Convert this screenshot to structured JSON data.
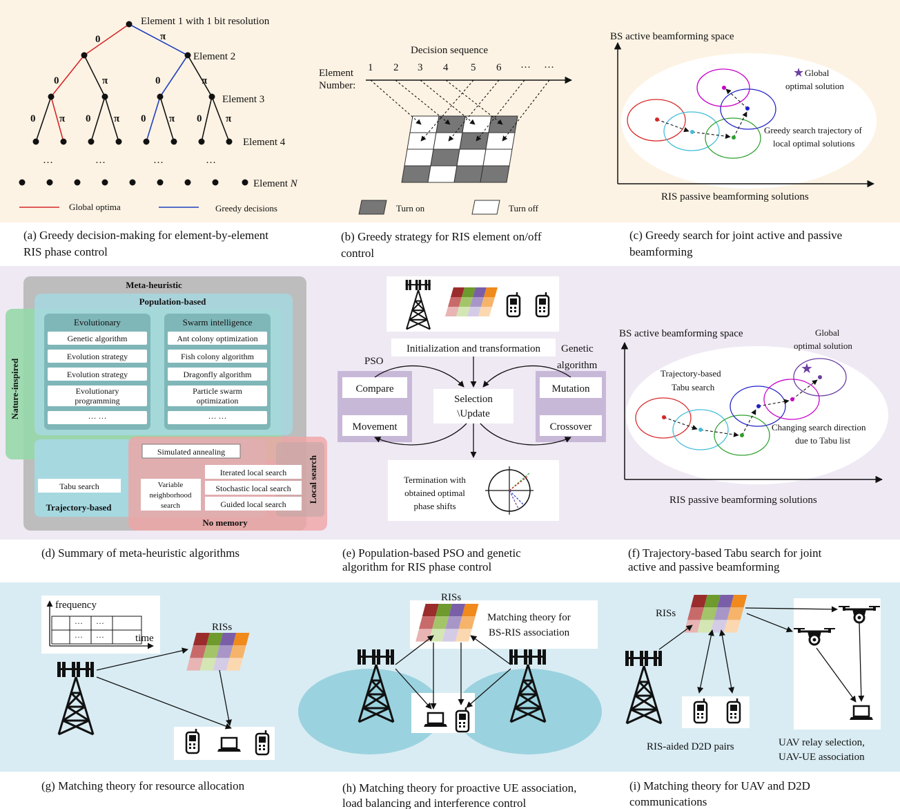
{
  "panel_a": {
    "elements": [
      "Element 1 with 1 bit resolution",
      "Element 2",
      "Element 3",
      "Element 4",
      "Element"
    ],
    "element_n_var": "N",
    "branch_zero": "0",
    "branch_pi": "π",
    "dots": "···",
    "legend_global": "Global optima",
    "legend_greedy": "Greedy decisions",
    "caption_line1": "(a) Greedy decision-making for element-by-element",
    "caption_line2": "RIS phase control",
    "colors": {
      "global": "#d62728",
      "greedy": "#1f3fbf"
    }
  },
  "panel_b": {
    "title": "Decision sequence",
    "axis_label_line1": "Element",
    "axis_label_line2": "Number:",
    "ticks": [
      "1",
      "2",
      "3",
      "4",
      "5",
      "6",
      "···",
      "···"
    ],
    "legend_on": "Turn on",
    "legend_off": "Turn off",
    "caption_line1": "(b) Greedy strategy for RIS element on/off",
    "caption_line2": "control"
  },
  "panel_c": {
    "y_axis": "BS active beamforming space",
    "x_axis": "RIS passive beamforming solutions",
    "global_line1": "Global",
    "global_line2": "optimal solution",
    "trajectory_line1": "Greedy search trajectory of",
    "trajectory_line2": "local optimal solutions",
    "caption_line1": "(c) Greedy search for joint active and passive",
    "caption_line2": "beamforming"
  },
  "panel_d": {
    "meta": "Meta-heuristic",
    "population": "Population-based",
    "nature": "Nature-inspired",
    "evolutionary": "Evolutionary",
    "swarm": "Swarm intelligence",
    "evo_items": [
      "Genetic algorithm",
      "Evolution strategy",
      "Evolution strategy"
    ],
    "evo_prog_line1": "Evolutionary",
    "evo_prog_line2": "programming",
    "swarm_items": [
      "Ant colony optimization",
      "Fish colony algorithm",
      "Dragonfly algorithm"
    ],
    "pso_line1": "Particle swarm",
    "pso_line2": "optimization",
    "ellipsis": "··· ···",
    "simulated_annealing": "Simulated annealing",
    "tabu": "Tabu search",
    "vns_line1": "Variable",
    "vns_line2": "neighborhood",
    "vns_line3": "search",
    "local_items": [
      "Iterated local search",
      "Stochastic local search",
      "Guided local search"
    ],
    "trajectory": "Trajectory-based",
    "local_search": "Local search",
    "no_memory": "No memory",
    "caption": "(d) Summary of meta-heuristic algorithms"
  },
  "panel_e": {
    "init": "Initialization and transformation",
    "pso": "PSO",
    "genetic_line1": "Genetic",
    "genetic_line2": "algorithm",
    "compare": "Compare",
    "movement": "Movement",
    "selection": "Selection",
    "update": "\\Update",
    "mutation": "Mutation",
    "crossover": "Crossover",
    "term_line1": "Termination with",
    "term_line2": "obtained optimal",
    "term_line3": "phase shifts",
    "caption_line1": "(e) Population-based PSO and genetic",
    "caption_line2": "algorithm for RIS phase control"
  },
  "panel_f": {
    "y_axis": "BS active beamforming space",
    "x_axis": "RIS passive beamforming solutions",
    "global_line1": "Global",
    "global_line2": "optimal solution",
    "tabu_line1": "Trajectory-based",
    "tabu_line2": "Tabu search",
    "change_line1": "Changing search direction",
    "change_line2": "due to Tabu list",
    "caption_line1": "(f) Trajectory-based Tabu search for joint",
    "caption_line2": "active and passive beamforming"
  },
  "panel_g": {
    "frequency": "frequency",
    "time": "time",
    "cell_dots": "···",
    "ris": "RISs",
    "caption": "(g) Matching theory for resource allocation"
  },
  "panel_h": {
    "ris": "RISs",
    "matching_line1": "Matching theory for",
    "matching_line2": "BS-RIS association",
    "caption_line1": "(h) Matching theory for proactive UE association,",
    "caption_line2": "load balancing and interference control"
  },
  "panel_i": {
    "ris": "RISs",
    "d2d": "RIS-aided D2D pairs",
    "uav_line1": "UAV relay selection,",
    "uav_line2": "UAV-UE association",
    "caption_line1": "(i) Matching theory for UAV and D2D",
    "caption_line2": "communications"
  }
}
